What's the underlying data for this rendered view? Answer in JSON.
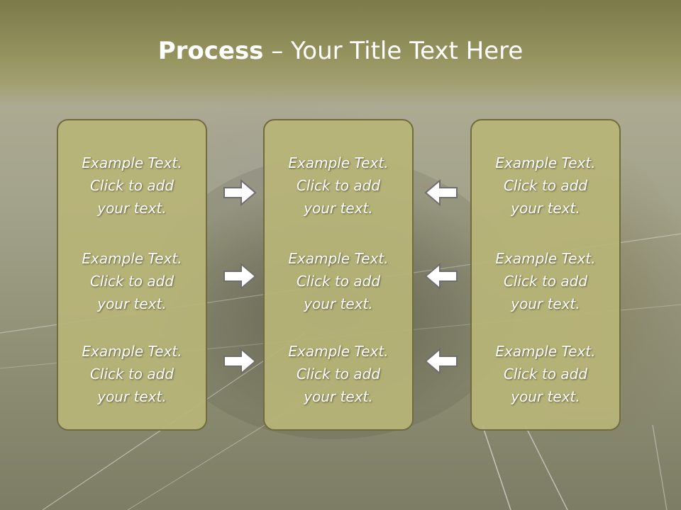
{
  "slide": {
    "title_bold": "Process",
    "title_rest": " – Your Title Text Here"
  },
  "columns": [
    {
      "items": [
        "Example Text.\nClick  to add\nyour text.",
        "Example Text.\nClick  to add\nyour text.",
        "Example Text.\nClick  to add\nyour text."
      ]
    },
    {
      "items": [
        "Example Text.\nClick  to add\nyour text.",
        "Example Text.\nClick  to add\nyour text.",
        "Example Text.\nClick  to add\nyour text."
      ]
    },
    {
      "items": [
        "Example Text.\nClick  to add\nyour text.",
        "Example Text.\nClick  to add\nyour text.",
        "Example Text.\nClick  to add\nyour text."
      ]
    }
  ],
  "arrows": {
    "left_group": "right-arrow-icon",
    "right_group": "left-arrow-icon"
  },
  "colors": {
    "title_band": "#8a8855",
    "panel_fill": "#b8b579",
    "panel_border": "#6f6c3f",
    "text": "#ffffff",
    "arrow_fill": "#ffffff",
    "arrow_stroke": "#6e6e6e"
  }
}
